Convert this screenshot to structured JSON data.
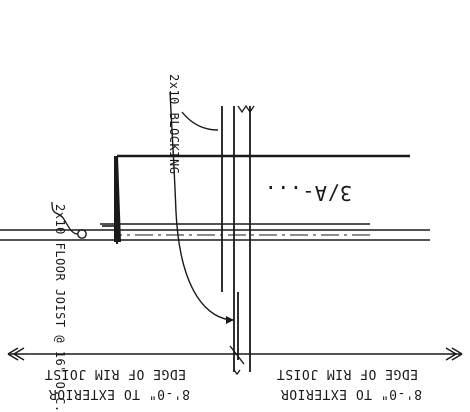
{
  "drawing": {
    "orientation": "rotated-180",
    "labels": {
      "floor_joist_note": "2x10 FLOOR JOIST @ 16\" O.C.",
      "blocking_note": "2x10 BLOCKING",
      "section_ref": "3/A-...",
      "left_dim_line1": "8'-0\" TO EXTERIOR",
      "left_dim_line2": "EDGE OF RIM JOIST",
      "right_dim_line1": "8'-0\" TO EXTERIOR",
      "right_dim_line2": "EDGE OF RIM JOIST"
    },
    "symbols": {
      "centerline": "centerline-symbol"
    },
    "colors": {
      "ink": "#1a1a1a",
      "paper": "#ffffff"
    }
  }
}
